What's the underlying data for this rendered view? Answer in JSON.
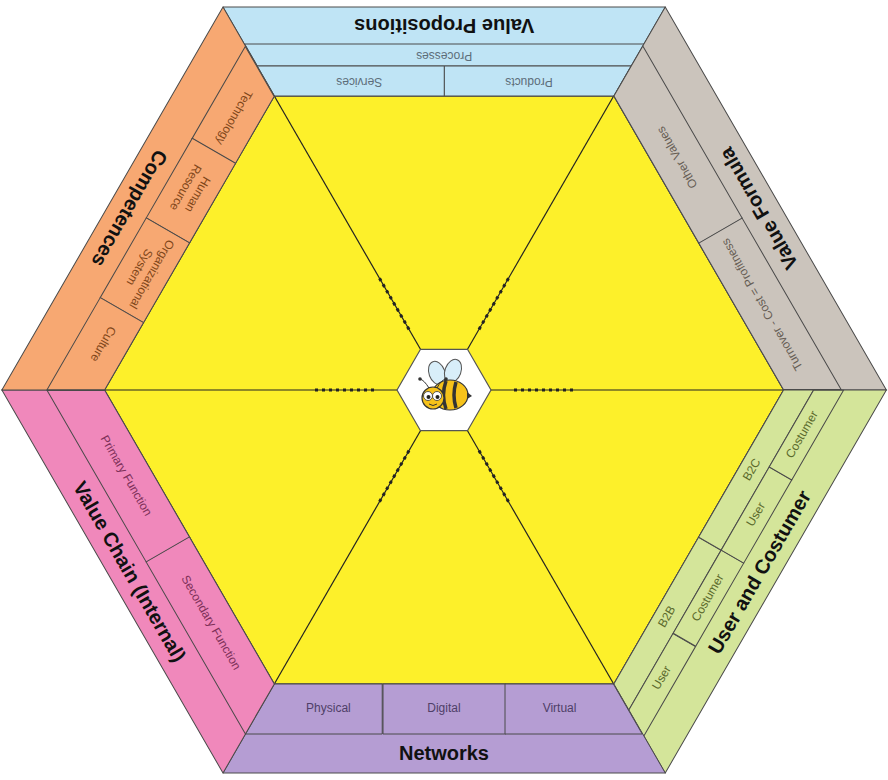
{
  "diagram": {
    "nodes": [
      {
        "text": [
          "Value Propositions"
        ]
      },
      {
        "text": [
          "Processes"
        ],
        "in": 0
      },
      {
        "text": [
          "Products"
        ],
        "in": 0
      },
      {
        "text": [
          "Services"
        ],
        "in": 0
      },
      {
        "text": [
          "Value Formula"
        ]
      },
      {
        "text": [
          "Turnover - Cost = Profitness"
        ],
        "in": 4
      },
      {
        "text": [
          "Other Values"
        ],
        "in": 4
      },
      {
        "text": [
          "User and Costumer"
        ]
      },
      {
        "text": [
          "B2B"
        ],
        "in": 7
      },
      {
        "text": [
          "B2C"
        ],
        "in": 7
      },
      {
        "text": [
          "User"
        ],
        "in": 7
      },
      {
        "text": [
          "Costumer"
        ],
        "in": 7
      },
      {
        "text": [
          "User"
        ],
        "in": 7
      },
      {
        "text": [
          "Costumer"
        ],
        "in": 7
      },
      {
        "text": [
          "Networks"
        ]
      },
      {
        "text": [
          "Physical"
        ],
        "in": 14
      },
      {
        "text": [
          "Digital"
        ],
        "in": 14
      },
      {
        "text": [
          "Virtual"
        ],
        "in": 14
      },
      {
        "text": [
          "Value Chain (Internal)"
        ]
      },
      {
        "text": [
          "Primary Function"
        ],
        "in": 18
      },
      {
        "text": [
          "Secondary Function"
        ],
        "in": 18
      },
      {
        "text": [
          "Competences"
        ]
      },
      {
        "text": [
          "Technology"
        ],
        "in": 21
      },
      {
        "text": [
          "Human Resource"
        ],
        "in": 21
      },
      {
        "text": [
          "Organizational System"
        ],
        "in": 21
      },
      {
        "text": [
          "Culture"
        ],
        "in": 21
      }
    ]
  }
}
